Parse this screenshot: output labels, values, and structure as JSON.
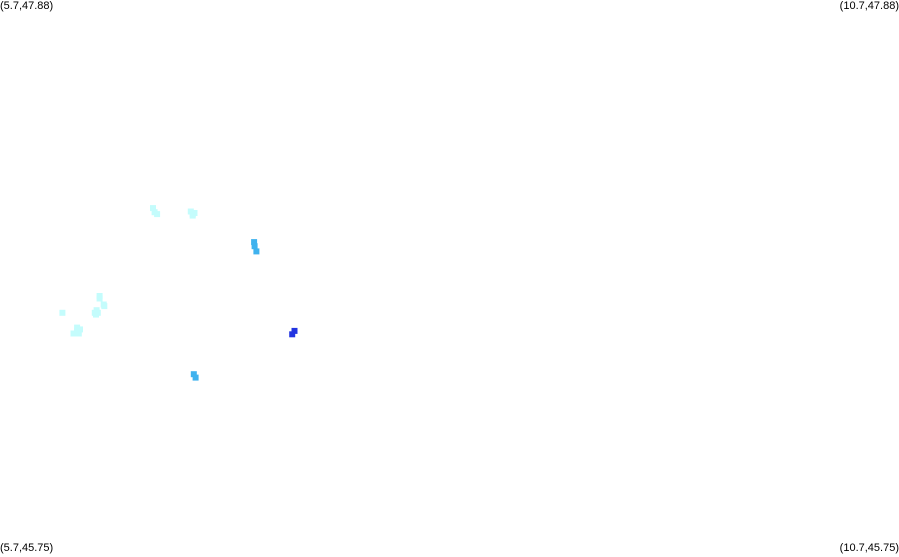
{
  "corners": {
    "top_left": "(5.7,47.88)",
    "top_right": "(10.7,47.88)",
    "bottom_left": "(5.7,45.75)",
    "bottom_right": "(10.7,45.75)"
  },
  "chart_data": {
    "type": "scatter",
    "xlim": [
      5.7,
      10.7
    ],
    "ylim": [
      45.75,
      47.88
    ],
    "colors": {
      "light": "#c4fcfc",
      "medium": "#3fb2ee",
      "dark": "#2234e0"
    },
    "points": [
      {
        "x": 6.551,
        "y": 47.077,
        "level": "light"
      },
      {
        "x": 6.56,
        "y": 47.061,
        "level": "light"
      },
      {
        "x": 6.574,
        "y": 47.054,
        "level": "light"
      },
      {
        "x": 6.761,
        "y": 47.064,
        "level": "light"
      },
      {
        "x": 6.772,
        "y": 47.054,
        "level": "light"
      },
      {
        "x": 6.782,
        "y": 47.058,
        "level": "light"
      },
      {
        "x": 6.772,
        "y": 47.048,
        "level": "light"
      },
      {
        "x": 6.775,
        "y": 47.058,
        "level": "light"
      },
      {
        "x": 6.254,
        "y": 46.738,
        "level": "light"
      },
      {
        "x": 6.254,
        "y": 46.728,
        "level": "light"
      },
      {
        "x": 6.277,
        "y": 46.705,
        "level": "light"
      },
      {
        "x": 6.28,
        "y": 46.699,
        "level": "light"
      },
      {
        "x": 6.234,
        "y": 46.666,
        "level": "light"
      },
      {
        "x": 6.227,
        "y": 46.673,
        "level": "light"
      },
      {
        "x": 6.244,
        "y": 46.673,
        "level": "light"
      },
      {
        "x": 6.237,
        "y": 46.683,
        "level": "light"
      },
      {
        "x": 6.047,
        "y": 46.673,
        "level": "light"
      },
      {
        "x": 6.129,
        "y": 46.616,
        "level": "light"
      },
      {
        "x": 6.145,
        "y": 46.609,
        "level": "light"
      },
      {
        "x": 6.129,
        "y": 46.603,
        "level": "light"
      },
      {
        "x": 6.138,
        "y": 46.593,
        "level": "light"
      },
      {
        "x": 6.109,
        "y": 46.593,
        "level": "light"
      },
      {
        "x": 7.113,
        "y": 46.946,
        "level": "medium"
      },
      {
        "x": 7.116,
        "y": 46.93,
        "level": "medium"
      },
      {
        "x": 7.126,
        "y": 46.91,
        "level": "medium"
      },
      {
        "x": 6.778,
        "y": 46.436,
        "level": "medium"
      },
      {
        "x": 6.788,
        "y": 46.423,
        "level": "medium"
      },
      {
        "x": 7.338,
        "y": 46.603,
        "level": "dark"
      },
      {
        "x": 7.325,
        "y": 46.59,
        "level": "dark"
      }
    ]
  }
}
